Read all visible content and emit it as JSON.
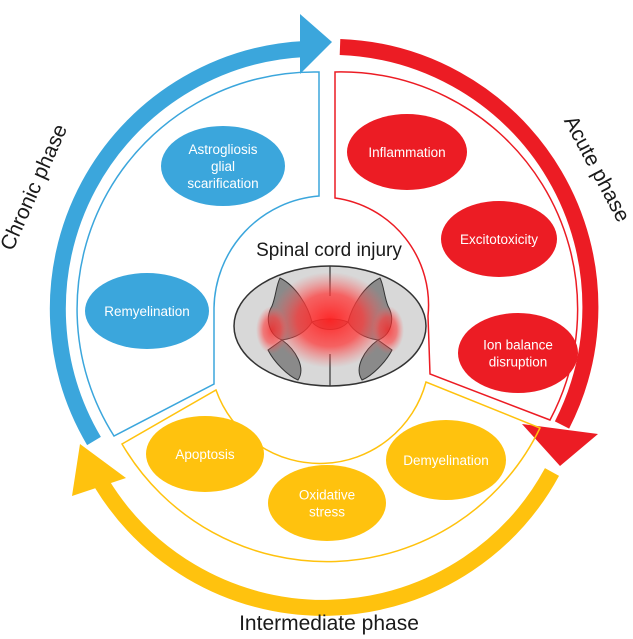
{
  "title": "Spinal cord injury",
  "colors": {
    "acute": "#ec1c24",
    "intermediate": "#ffc20e",
    "chronic": "#3ba6dc",
    "injury_glow": "#ff2a2a",
    "cord_fill": "#d8d8d8",
    "grey_matter": "#8a8a8a"
  },
  "phases": {
    "acute": {
      "label": "Acute phase",
      "items": [
        "Inflammation",
        "Excitotoxicity",
        "Ion balance\ndisruption"
      ]
    },
    "intermediate": {
      "label": "Intermediate phase",
      "items": [
        "Apoptosis",
        "Oxidative\nstress",
        "Demyelination"
      ]
    },
    "chronic": {
      "label": "Chronic phase",
      "items": [
        "Astrogliosis\nglial\nscarification",
        "Remyelination"
      ]
    }
  }
}
